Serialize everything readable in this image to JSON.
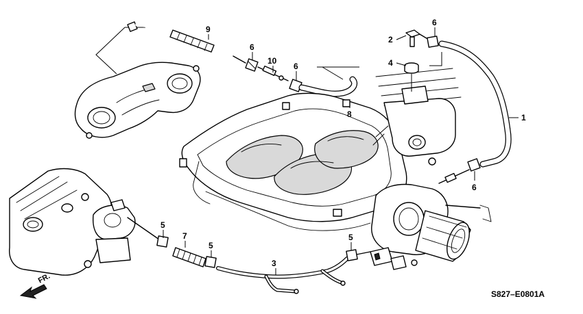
{
  "diagram": {
    "code": "S827–E0801A",
    "front_label": "FR.",
    "callouts": [
      {
        "id": "c1",
        "text": "1"
      },
      {
        "id": "c2",
        "text": "2"
      },
      {
        "id": "c3",
        "text": "3"
      },
      {
        "id": "c4",
        "text": "4"
      },
      {
        "id": "c5a",
        "text": "5"
      },
      {
        "id": "c5b",
        "text": "5"
      },
      {
        "id": "c5c",
        "text": "5"
      },
      {
        "id": "c6a",
        "text": "6"
      },
      {
        "id": "c6b",
        "text": "6"
      },
      {
        "id": "c6c",
        "text": "6"
      },
      {
        "id": "c6d",
        "text": "6"
      },
      {
        "id": "c7",
        "text": "7"
      },
      {
        "id": "c8",
        "text": "8"
      },
      {
        "id": "c9",
        "text": "9"
      },
      {
        "id": "c10",
        "text": "10"
      }
    ]
  }
}
